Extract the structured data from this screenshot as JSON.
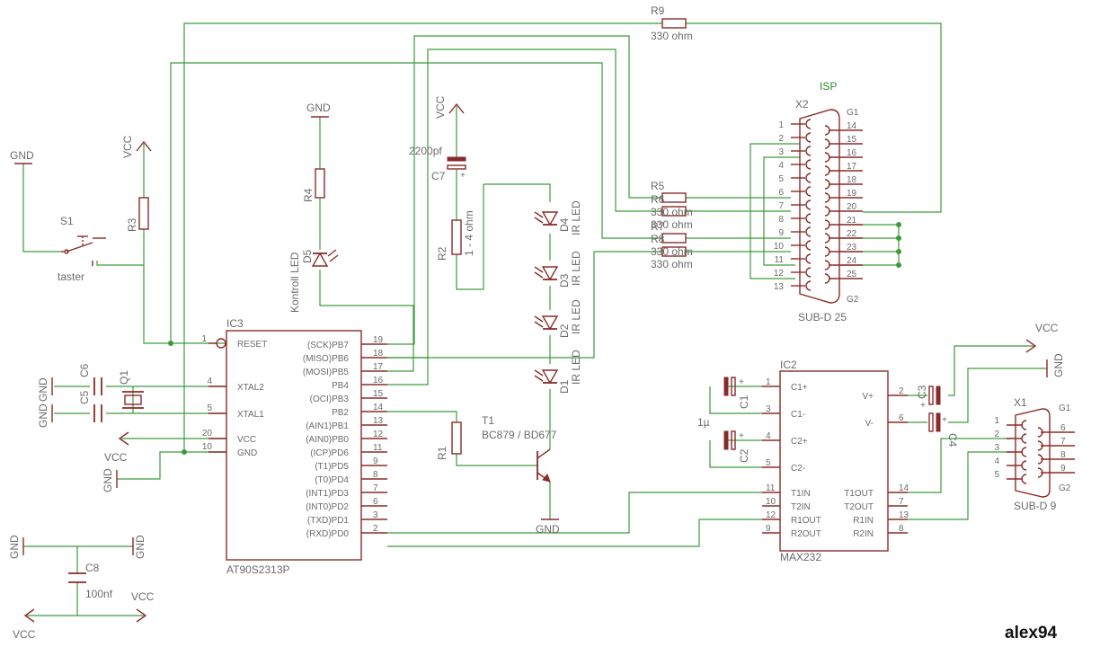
{
  "components": {
    "ic3": {
      "ref": "IC3",
      "part": "AT90S2313P",
      "left_pins": [
        {
          "num": "1",
          "name": "RESET"
        },
        {
          "num": "4",
          "name": "XTAL2"
        },
        {
          "num": "5",
          "name": "XTAL1"
        },
        {
          "num": "20",
          "name": "VCC"
        },
        {
          "num": "10",
          "name": "GND"
        }
      ],
      "right_pins": [
        {
          "num": "19",
          "name": "(SCK)PB7"
        },
        {
          "num": "18",
          "name": "(MISO)PB6"
        },
        {
          "num": "17",
          "name": "(MOSI)PB5"
        },
        {
          "num": "16",
          "name": "PB4"
        },
        {
          "num": "15",
          "name": "(OCI)PB3"
        },
        {
          "num": "14",
          "name": "PB2"
        },
        {
          "num": "13",
          "name": "(AIN1)PB1"
        },
        {
          "num": "12",
          "name": "(AIN0)PB0"
        },
        {
          "num": "11",
          "name": "(ICP)PD6"
        },
        {
          "num": "9",
          "name": "(T1)PD5"
        },
        {
          "num": "8",
          "name": "(T0)PD4"
        },
        {
          "num": "7",
          "name": "(INT1)PD3"
        },
        {
          "num": "6",
          "name": "(INT0)PD2"
        },
        {
          "num": "3",
          "name": "(TXD)PD1"
        },
        {
          "num": "2",
          "name": "(RXD)PD0"
        }
      ]
    },
    "ic2": {
      "ref": "IC2",
      "part": "MAX232",
      "left_pins": [
        {
          "num": "1",
          "name": "C1+"
        },
        {
          "num": "3",
          "name": "C1-"
        },
        {
          "num": "4",
          "name": "C2+"
        },
        {
          "num": "5",
          "name": "C2-"
        },
        {
          "num": "11",
          "name": "T1IN"
        },
        {
          "num": "10",
          "name": "T2IN"
        },
        {
          "num": "12",
          "name": "R1OUT"
        },
        {
          "num": "9",
          "name": "R2OUT"
        }
      ],
      "right_pins": [
        {
          "num": "2",
          "name": "V+"
        },
        {
          "num": "6",
          "name": "V-"
        },
        {
          "num": "14",
          "name": "T1OUT"
        },
        {
          "num": "7",
          "name": "T2OUT"
        },
        {
          "num": "13",
          "name": "R1IN"
        },
        {
          "num": "8",
          "name": "R2IN"
        }
      ]
    },
    "x2": {
      "ref": "X2",
      "part": "SUB-D 25",
      "title": "ISP",
      "g1": "G1",
      "g2": "G2",
      "left_pins": [
        "1",
        "2",
        "3",
        "4",
        "5",
        "6",
        "7",
        "8",
        "9",
        "10",
        "11",
        "12",
        "13"
      ],
      "right_pins": [
        "14",
        "15",
        "16",
        "17",
        "18",
        "19",
        "20",
        "21",
        "22",
        "23",
        "24",
        "25"
      ]
    },
    "x1": {
      "ref": "X1",
      "part": "SUB-D 9",
      "g1": "G1",
      "g2": "G2",
      "left_pins": [
        "1",
        "2",
        "3",
        "4",
        "5"
      ],
      "right_pins": [
        "6",
        "7",
        "8",
        "9"
      ]
    },
    "r9": {
      "ref": "R9",
      "value": "330 ohm"
    },
    "r5": {
      "ref": "R5",
      "value": "330 ohm"
    },
    "r6": {
      "ref": "R6",
      "value": "330 ohm"
    },
    "r7": {
      "ref": "R7",
      "value": "330 ohm"
    },
    "r8": {
      "ref": "R8",
      "value": "330 ohm"
    },
    "r1": {
      "ref": "R1"
    },
    "r2": {
      "ref": "R2",
      "value": "1 - 4 ohm"
    },
    "r3": {
      "ref": "R3"
    },
    "r4": {
      "ref": "R4"
    },
    "c7": {
      "ref": "C7",
      "value": "2200pf"
    },
    "c6": {
      "ref": "C6"
    },
    "c5": {
      "ref": "C5"
    },
    "c8": {
      "ref": "C8",
      "value": "100nf"
    },
    "c1": {
      "ref": "C1"
    },
    "c2": {
      "ref": "C2"
    },
    "c3": {
      "ref": "C3"
    },
    "c4": {
      "ref": "C4"
    },
    "cap_value": "1µ",
    "q1": {
      "ref": "Q1"
    },
    "t1": {
      "ref": "T1",
      "value": "BC879 / BD677"
    },
    "s1": {
      "ref": "S1",
      "value": "taster"
    },
    "d5": {
      "ref": "D5",
      "value": "Kontroll LED"
    },
    "d4": {
      "ref": "D4",
      "value": "IR LED"
    },
    "d3": {
      "ref": "D3",
      "value": "IR LED"
    },
    "d2": {
      "ref": "D2",
      "value": "IR LED"
    },
    "d1": {
      "ref": "D1",
      "value": "IR LED"
    }
  },
  "supply": {
    "gnd": "GND",
    "vcc": "VCC"
  },
  "pin_plus": "+",
  "signature": "alex94"
}
